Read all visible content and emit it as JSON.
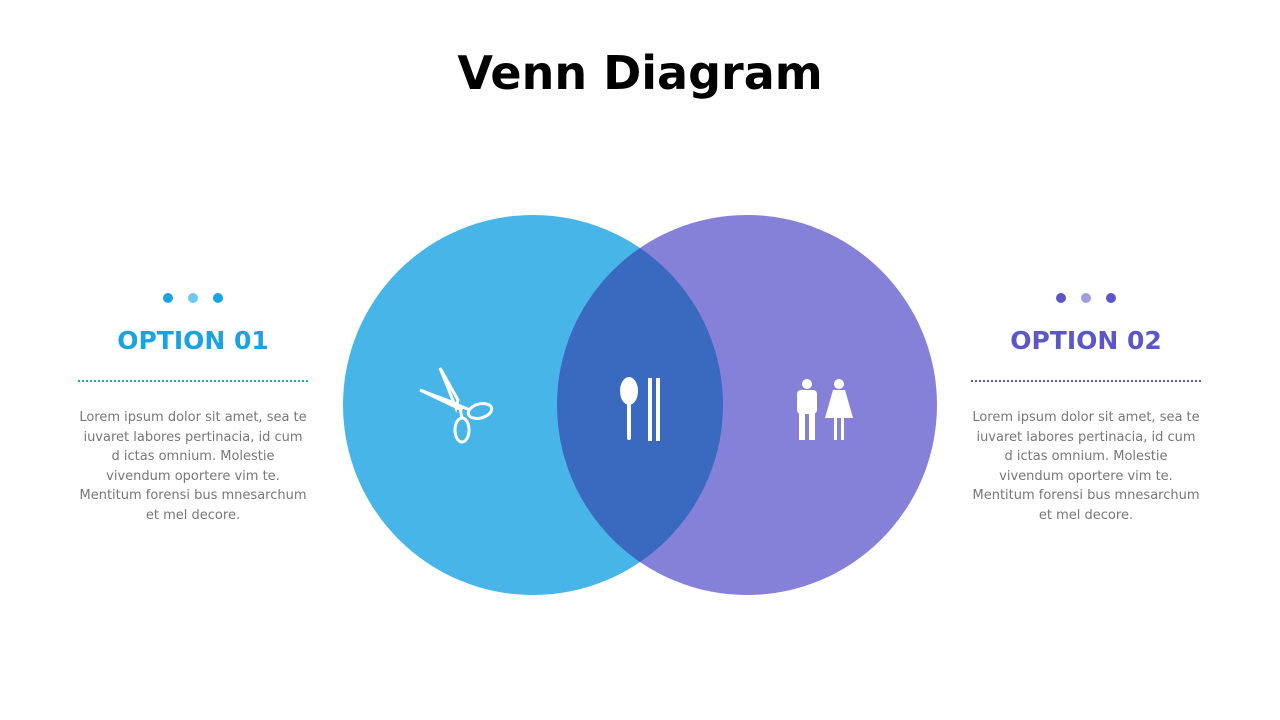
{
  "title": "Venn Diagram",
  "colors": {
    "left": "#47b5e8",
    "right": "#8581d8",
    "overlap": "#3a6abf",
    "option1": "#1aa3e0",
    "option2": "#5b57c9",
    "option1_light": "#6fc8ef",
    "option2_light": "#a19ee0"
  },
  "left": {
    "heading": "OPTION 01",
    "body": "Lorem ipsum dolor sit amet, sea te iuvaret labores pertinacia, id cum d ictas omnium. Molestie vivendum oportere vim te. Mentitum forensi bus mnesarchum et mel decore."
  },
  "right": {
    "heading": "OPTION 02",
    "body": "Lorem ipsum dolor sit amet, sea te iuvaret labores pertinacia, id cum d ictas omnium. Molestie vivendum oportere vim te. Mentitum forensi bus mnesarchum et mel decore."
  },
  "icons": {
    "left": "scissors-icon",
    "overlap": "spoon-chopsticks-icon",
    "right": "people-icon"
  }
}
